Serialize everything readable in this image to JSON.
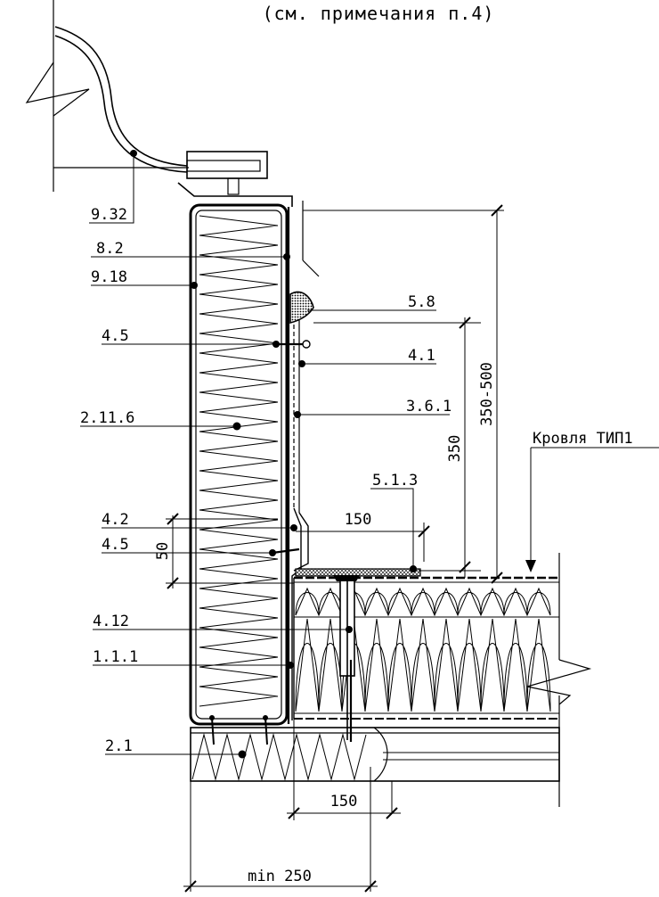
{
  "header": {
    "note": "(см. примечания п.4)"
  },
  "callouts": {
    "c932": "9.32",
    "c82": "8.2",
    "c918": "9.18",
    "c45a": "4.5",
    "c2116": "2.11.6",
    "c42": "4.2",
    "c45b": "4.5",
    "c412": "4.12",
    "c111": "1.1.1",
    "c21": "2.1",
    "c58": "5.8",
    "c41": "4.1",
    "c361": "3.6.1",
    "c513": "5.1.3",
    "roof": "Кровля ТИП1"
  },
  "dimensions": {
    "d350_500": "350-500",
    "d350": "350",
    "d150_top": "150",
    "d50": "50",
    "d150_bottom": "150",
    "dmin250": "min 250"
  },
  "colors": {
    "line": "#000000",
    "background": "#ffffff",
    "hatch": "#555555"
  }
}
